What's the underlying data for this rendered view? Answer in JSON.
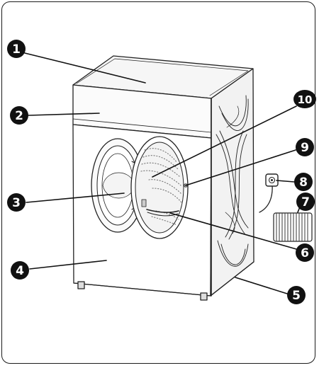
{
  "diagram": {
    "subject": "front-loading tumble dryer with numbered parts",
    "callouts": [
      {
        "number": "1"
      },
      {
        "number": "2"
      },
      {
        "number": "3"
      },
      {
        "number": "4"
      },
      {
        "number": "5"
      },
      {
        "number": "6"
      },
      {
        "number": "7"
      },
      {
        "number": "8"
      },
      {
        "number": "9"
      },
      {
        "number": "10"
      }
    ]
  }
}
